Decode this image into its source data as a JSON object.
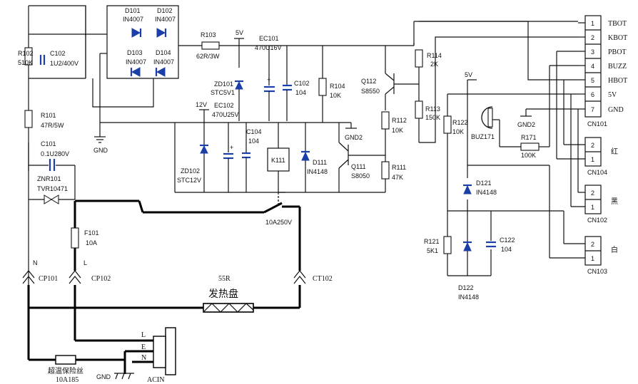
{
  "labels": {
    "gnd": "GND",
    "gnd2": "GND2",
    "v5": "5V",
    "v12": "12V",
    "n": "N",
    "l": "L",
    "pin_l": "L",
    "pin_e": "E",
    "pin_n": "N",
    "relay_rating": "10A250V"
  },
  "components": {
    "r102": {
      "ref": "R102",
      "value": "510K"
    },
    "c102_left": {
      "ref": "C102",
      "value": "1U2/400V"
    },
    "r101": {
      "ref": "R101",
      "value": "47R/5W"
    },
    "c101": {
      "ref": "C101",
      "value": "0.1U280V"
    },
    "znr101": {
      "ref": "ZNR101",
      "value": "TVR10471"
    },
    "d101": {
      "ref": "D101",
      "value": "IN4007"
    },
    "d102": {
      "ref": "D102",
      "value": "IN4007"
    },
    "d103": {
      "ref": "D103",
      "value": "IN4007"
    },
    "d104": {
      "ref": "D104",
      "value": "IN4007"
    },
    "r103": {
      "ref": "R103",
      "value": "62R/3W"
    },
    "ec101": {
      "ref": "EC101",
      "value": "470U16V"
    },
    "c102_mid": {
      "ref": "C102",
      "value": "104"
    },
    "zd101": {
      "ref": "ZD101",
      "value": "STC5V1"
    },
    "r104": {
      "ref": "R104",
      "value": "10K"
    },
    "zd102": {
      "ref": "ZD102",
      "value": "STC12V"
    },
    "ec102": {
      "ref": "EC102",
      "value": "470U25V"
    },
    "c104_mid": {
      "ref": "C104",
      "value": "104"
    },
    "k111": {
      "ref": "K111"
    },
    "d111": {
      "ref": "D111",
      "value": "IN4148"
    },
    "q111": {
      "ref": "Q111",
      "value": "S8050"
    },
    "q112": {
      "ref": "Q112",
      "value": "S8550"
    },
    "r112": {
      "ref": "R112",
      "value": "10K"
    },
    "r111": {
      "ref": "R111",
      "value": "47K"
    },
    "r114": {
      "ref": "R114",
      "value": "2K"
    },
    "r113": {
      "ref": "R113",
      "value": "150K"
    },
    "f101": {
      "ref": "F101",
      "value": "10A"
    },
    "cp101": {
      "ref": "CP101"
    },
    "cp102": {
      "ref": "CP102"
    },
    "ct102": {
      "ref": "CT102"
    },
    "heater": {
      "name": "发热盘",
      "value": "55R"
    },
    "thermal_fuse": {
      "name": "超温保险丝",
      "value": "10A185"
    },
    "acin": {
      "ref": "ACIN"
    },
    "r122": {
      "ref": "R122",
      "value": "10K"
    },
    "buz171": {
      "ref": "BUZ171"
    },
    "r171": {
      "ref": "R171",
      "value": "100K"
    },
    "d121": {
      "ref": "D121",
      "value": "IN4148"
    },
    "r121": {
      "ref": "R121",
      "value": "5K1"
    },
    "d122": {
      "ref": "D122",
      "value": "IN4148"
    },
    "c122": {
      "ref": "C122",
      "value": "104"
    }
  },
  "cn101": {
    "ref": "CN101",
    "pins": [
      {
        "num": "1",
        "name": "TBOT"
      },
      {
        "num": "2",
        "name": "KBOT"
      },
      {
        "num": "3",
        "name": "PBOT"
      },
      {
        "num": "4",
        "name": "BUZZ"
      },
      {
        "num": "5",
        "name": "HBOT"
      },
      {
        "num": "6",
        "name": "5V"
      },
      {
        "num": "7",
        "name": "GND"
      }
    ]
  },
  "cn104": {
    "ref": "CN104",
    "color": "红",
    "pins": [
      "2",
      "1"
    ]
  },
  "cn102": {
    "ref": "CN102",
    "color": "黑",
    "pins": [
      "2",
      "1"
    ]
  },
  "cn103": {
    "ref": "CN103",
    "color": "白",
    "pins": [
      "2",
      "1"
    ]
  }
}
